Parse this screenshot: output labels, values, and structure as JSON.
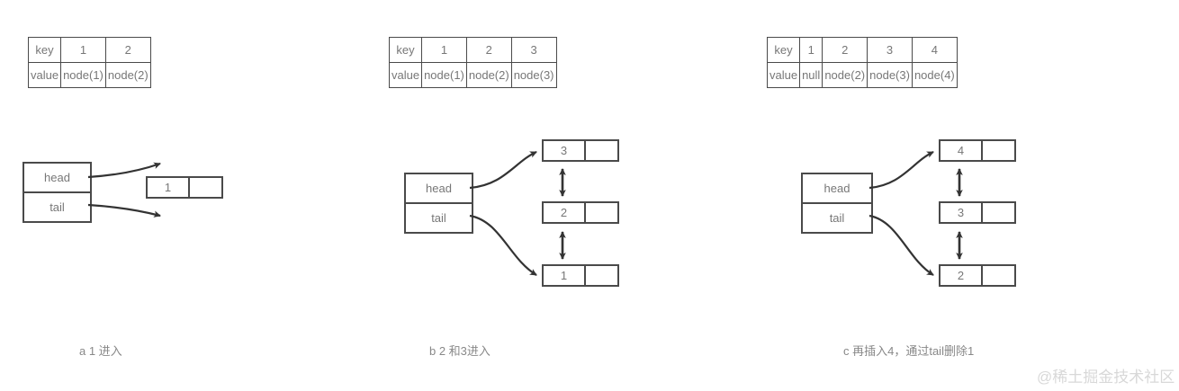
{
  "background_color": "#ffffff",
  "stroke_color": "#4a4a4a",
  "text_color": "#777777",
  "watermark": "@稀土掘金技术社区",
  "panels": [
    {
      "id": "a",
      "caption": "a 1 进入",
      "table": {
        "row_labels": [
          "key",
          "value"
        ],
        "keys": [
          "1",
          "2"
        ],
        "values": [
          "node(1)",
          "node(2)"
        ]
      },
      "pointer_box": {
        "head_label": "head",
        "tail_label": "tail"
      },
      "nodes": [
        {
          "value": "1",
          "next_cell": ""
        }
      ],
      "head_target": "1",
      "tail_target": "1"
    },
    {
      "id": "b",
      "caption": "b 2 和3进入",
      "table": {
        "row_labels": [
          "key",
          "value"
        ],
        "keys": [
          "1",
          "2",
          "3"
        ],
        "values": [
          "node(1)",
          "node(2)",
          "node(3)"
        ]
      },
      "pointer_box": {
        "head_label": "head",
        "tail_label": "tail"
      },
      "nodes": [
        {
          "value": "3",
          "next_cell": ""
        },
        {
          "value": "2",
          "next_cell": ""
        },
        {
          "value": "1",
          "next_cell": ""
        }
      ],
      "head_target": "3",
      "tail_target": "1"
    },
    {
      "id": "c",
      "caption": "c 再插入4，通过tail删除1",
      "table": {
        "row_labels": [
          "key",
          "value"
        ],
        "keys": [
          "1",
          "2",
          "3",
          "4"
        ],
        "values": [
          "null",
          "node(2)",
          "node(3)",
          "node(4)"
        ]
      },
      "pointer_box": {
        "head_label": "head",
        "tail_label": "tail"
      },
      "nodes": [
        {
          "value": "4",
          "next_cell": ""
        },
        {
          "value": "3",
          "next_cell": ""
        },
        {
          "value": "2",
          "next_cell": ""
        }
      ],
      "head_target": "4",
      "tail_target": "2"
    }
  ]
}
